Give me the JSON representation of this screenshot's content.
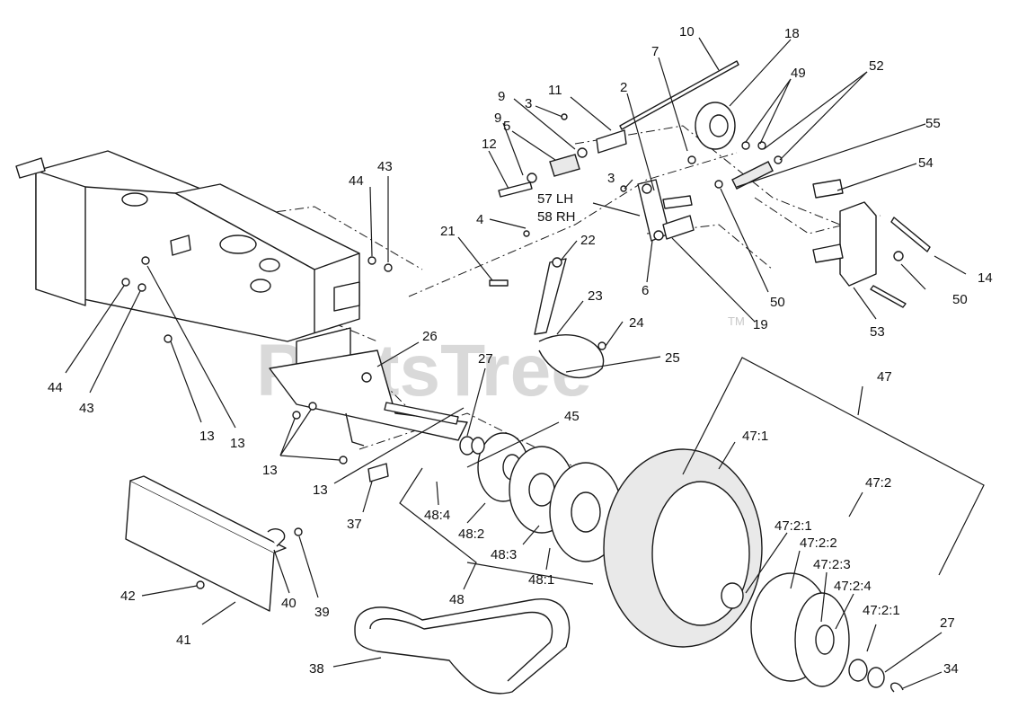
{
  "watermark": {
    "brand": "PartsTree",
    "trademark": "TM",
    "color": "#d3d3d3"
  },
  "callouts": [
    {
      "id": "c1",
      "text": "10"
    },
    {
      "id": "c2",
      "text": "18"
    },
    {
      "id": "c3",
      "text": "7"
    },
    {
      "id": "c4",
      "text": "49"
    },
    {
      "id": "c5",
      "text": "52"
    },
    {
      "id": "c6",
      "text": "11"
    },
    {
      "id": "c7",
      "text": "2"
    },
    {
      "id": "c8",
      "text": "9"
    },
    {
      "id": "c9",
      "text": "3"
    },
    {
      "id": "c10",
      "text": "9"
    },
    {
      "id": "c11",
      "text": "5"
    },
    {
      "id": "c12",
      "text": "55"
    },
    {
      "id": "c13",
      "text": "12"
    },
    {
      "id": "c14",
      "text": "3"
    },
    {
      "id": "c15",
      "text": "54"
    },
    {
      "id": "c16",
      "text": "57 LH"
    },
    {
      "id": "c17",
      "text": "58 RH"
    },
    {
      "id": "c18",
      "text": "44"
    },
    {
      "id": "c19",
      "text": "43"
    },
    {
      "id": "c20",
      "text": "4"
    },
    {
      "id": "c21",
      "text": "21"
    },
    {
      "id": "c22",
      "text": "22"
    },
    {
      "id": "c23",
      "text": "14"
    },
    {
      "id": "c24",
      "text": "6"
    },
    {
      "id": "c25",
      "text": "50"
    },
    {
      "id": "c26",
      "text": "50"
    },
    {
      "id": "c27",
      "text": "23"
    },
    {
      "id": "c28",
      "text": "19"
    },
    {
      "id": "c29",
      "text": "24"
    },
    {
      "id": "c30",
      "text": "53"
    },
    {
      "id": "c31",
      "text": "26"
    },
    {
      "id": "c32",
      "text": "25"
    },
    {
      "id": "c33",
      "text": "27"
    },
    {
      "id": "c34",
      "text": "47"
    },
    {
      "id": "c35",
      "text": "44"
    },
    {
      "id": "c36",
      "text": "43"
    },
    {
      "id": "c37",
      "text": "13"
    },
    {
      "id": "c38",
      "text": "13"
    },
    {
      "id": "c39",
      "text": "45"
    },
    {
      "id": "c40",
      "text": "47:1"
    },
    {
      "id": "c41",
      "text": "13"
    },
    {
      "id": "c42",
      "text": "13"
    },
    {
      "id": "c43",
      "text": "47:2"
    },
    {
      "id": "c44",
      "text": "48:4"
    },
    {
      "id": "c45",
      "text": "37"
    },
    {
      "id": "c46",
      "text": "48:2"
    },
    {
      "id": "c47",
      "text": "47:2:1"
    },
    {
      "id": "c48",
      "text": "48:3"
    },
    {
      "id": "c49",
      "text": "47:2:2"
    },
    {
      "id": "c50",
      "text": "48:1"
    },
    {
      "id": "c51",
      "text": "47:2:3"
    },
    {
      "id": "c52",
      "text": "42"
    },
    {
      "id": "c53",
      "text": "47:2:4"
    },
    {
      "id": "c54",
      "text": "39"
    },
    {
      "id": "c55",
      "text": "48"
    },
    {
      "id": "c56",
      "text": "40"
    },
    {
      "id": "c57",
      "text": "47:2:1"
    },
    {
      "id": "c58",
      "text": "41"
    },
    {
      "id": "c59",
      "text": "27"
    },
    {
      "id": "c60",
      "text": "38"
    },
    {
      "id": "c61",
      "text": "34"
    }
  ]
}
